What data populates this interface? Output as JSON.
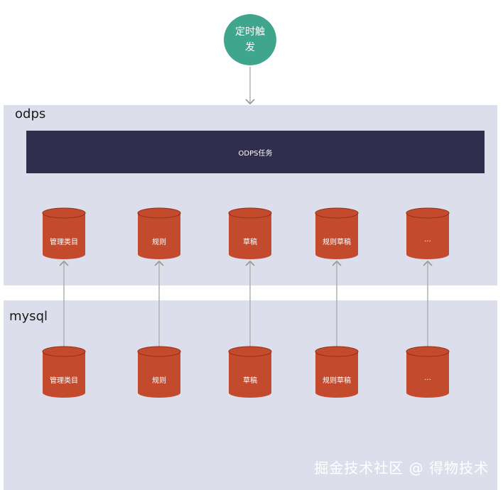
{
  "trigger": {
    "label": "定时触发"
  },
  "odps": {
    "label": "odps",
    "task_label": "ODPS任务",
    "tables": [
      "管理类目",
      "规则",
      "草稿",
      "规则草稿",
      "..."
    ]
  },
  "mysql": {
    "label": "mysql",
    "tables": [
      "管理类目",
      "规则",
      "草稿",
      "规则草稿",
      "..."
    ]
  },
  "watermark": "掘金技术社区 @ 得物技术",
  "colors": {
    "panel": "#dcdeeb",
    "trigger": "#3fa68d",
    "task_bar": "#302e4c",
    "cylinder": "#c34a2c",
    "arrow": "#b0b0b0"
  }
}
